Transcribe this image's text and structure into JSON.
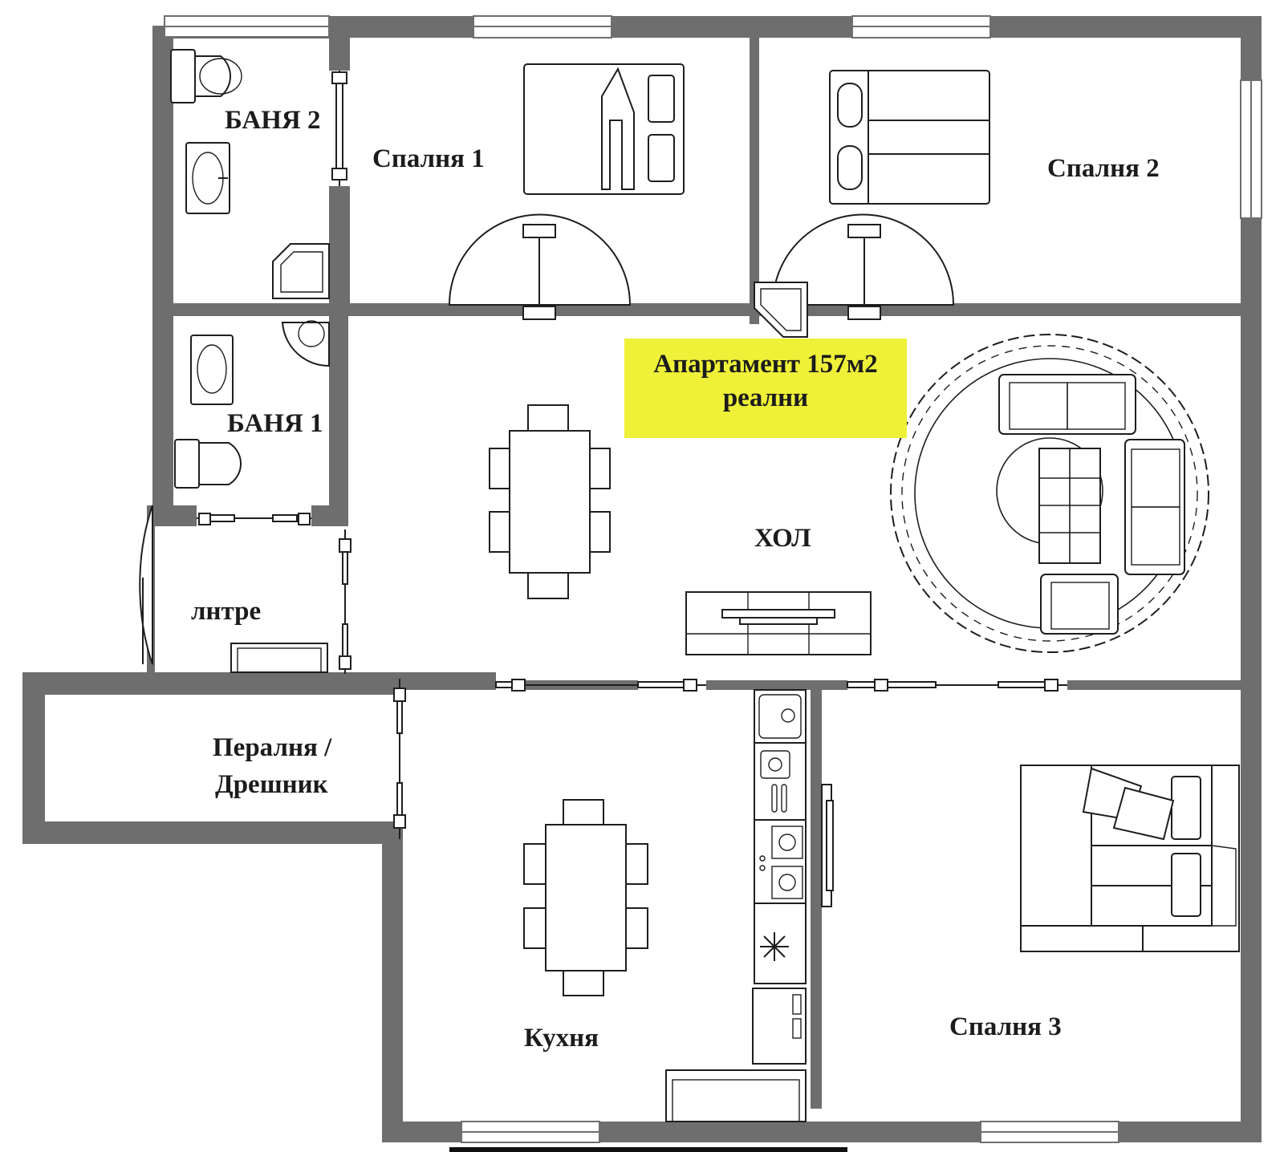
{
  "labels": {
    "bath2": "БАНЯ 2",
    "bedroom1": "Спалня 1",
    "bedroom2": "Спалня 2",
    "bath1": "БАНЯ 1",
    "entrance": "лнтре",
    "living": "ХОЛ",
    "laundry_line1": "Пералня /",
    "laundry_line2": "Дрешник",
    "kitchen": "Кухня",
    "bedroom3": "Спалня 3"
  },
  "area": {
    "line1": "Апартамент 157м2",
    "line2": "реални"
  },
  "colors": {
    "wall": "#6e6e6e",
    "highlight": "#eef138",
    "line": "#1e1e1e"
  }
}
